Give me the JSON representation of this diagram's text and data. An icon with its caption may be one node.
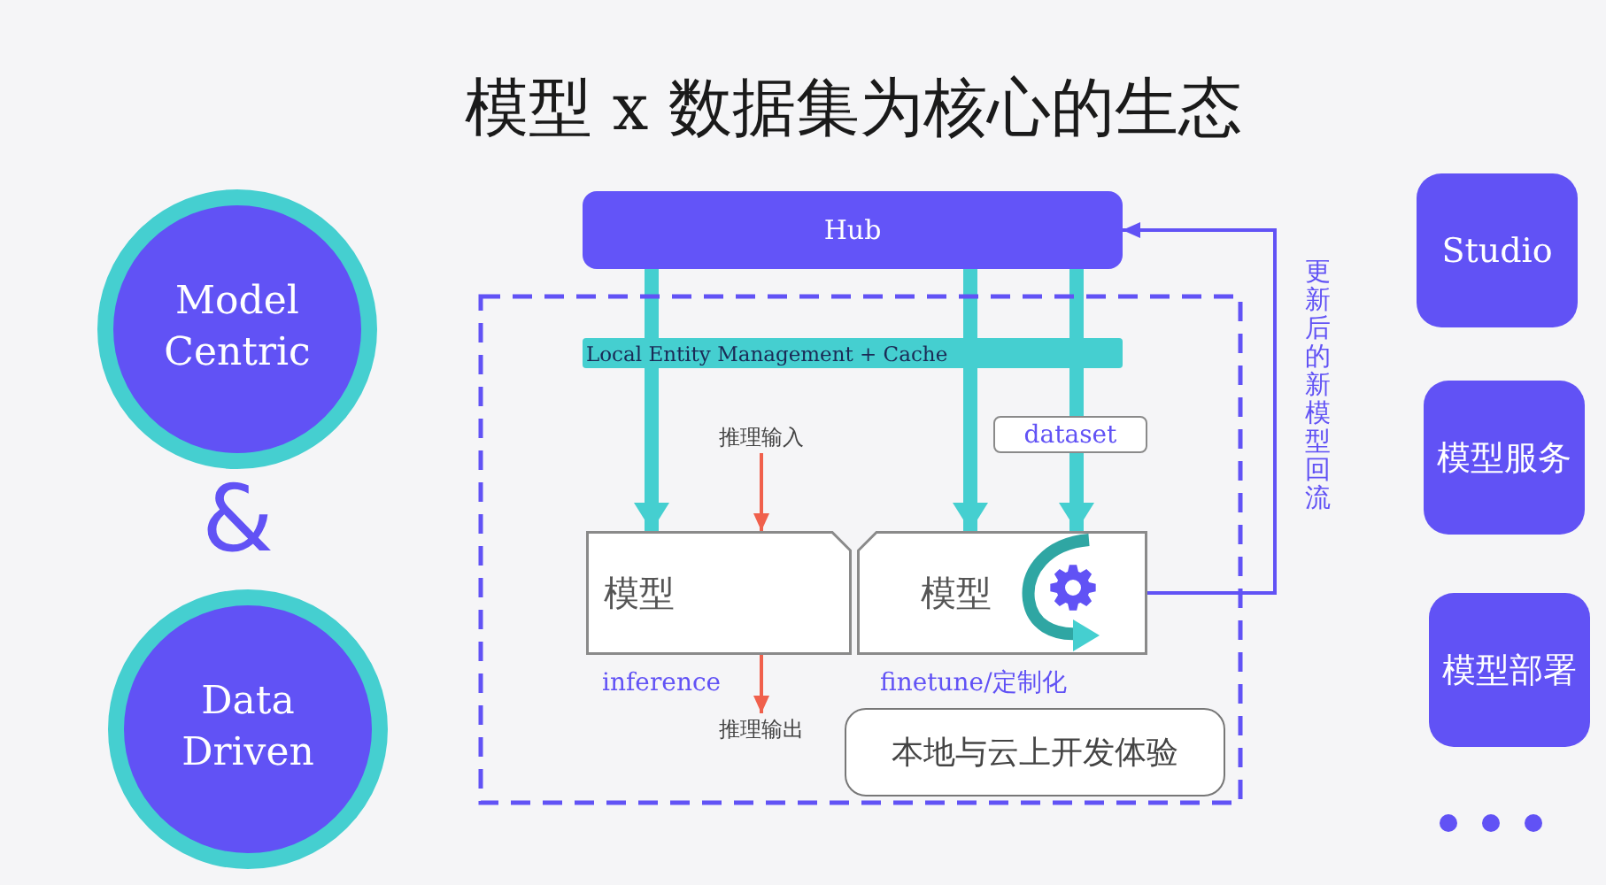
{
  "diagram": {
    "title": "模型 x 数据集为核心的生态",
    "nodes": [
      {
        "text": [
          "Model Centric"
        ]
      },
      {
        "text": [
          "Data Driven"
        ]
      },
      {
        "text": [
          "Hub"
        ]
      },
      {
        "text": [],
        "shape": "box"
      },
      {
        "text": [
          "Local Entity Management + Cache"
        ],
        "in": 3
      },
      {
        "text": [
          "推理输入"
        ],
        "in": 3
      },
      {
        "text": [
          "模型"
        ],
        "in": 3,
        "beside": [
          "inference"
        ]
      },
      {
        "text": [
          "模型"
        ],
        "in": 3,
        "beside": [
          "finetune/定制化"
        ]
      },
      {
        "text": [
          "推理输出"
        ],
        "in": 3
      },
      {
        "text": [
          "本地与云上开发体验"
        ],
        "in": 3
      },
      {
        "text": [
          "Studio"
        ]
      },
      {
        "text": [
          "模型服务"
        ]
      },
      {
        "text": [
          "模型部署"
        ]
      }
    ],
    "edges": [
      {
        "from": 2,
        "to": 4,
        "arrow": "none"
      },
      {
        "from": 2,
        "to": 4,
        "arrow": "none"
      },
      {
        "from": 2,
        "to": 4,
        "arrow": "none"
      },
      {
        "from": 4,
        "to": 6,
        "arrow": "to"
      },
      {
        "from": 4,
        "to": 7,
        "arrow": "to"
      },
      {
        "from": 4,
        "to": 7,
        "arrow": "to",
        "label": "dataset"
      },
      {
        "from": 5,
        "to": 6,
        "arrow": "to",
        "color": "#f0604c"
      },
      {
        "from": 6,
        "to": 8,
        "arrow": "to",
        "color": "#f0604c"
      },
      {
        "from": 7,
        "to": 2,
        "arrow": "to",
        "color": "#6152f5",
        "label": "更新后的新模型回流"
      }
    ],
    "labels": [
      "&"
    ]
  }
}
